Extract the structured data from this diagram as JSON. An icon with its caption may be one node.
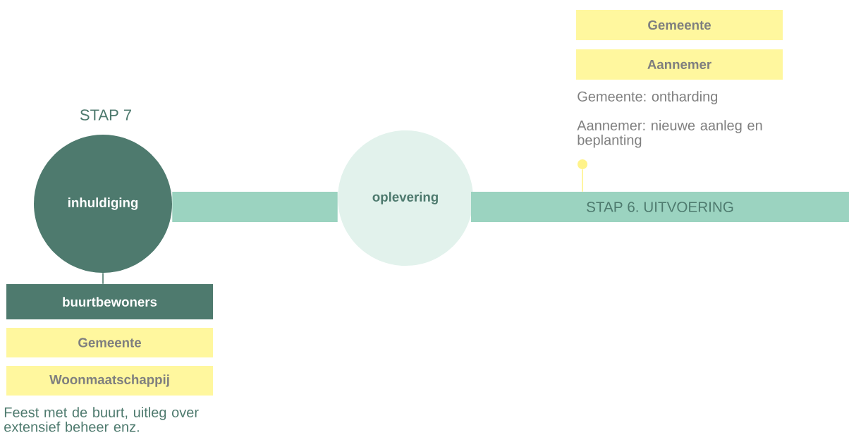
{
  "diagram": {
    "nodes": [
      {
        "text": [
          "inhuldiging"
        ],
        "beside": [
          "STAP 7"
        ]
      },
      {
        "text": [
          "oplevering"
        ]
      },
      {
        "text": [
          "STAP 6. UITVOERING"
        ]
      },
      {
        "text": [
          "buurtbewoners"
        ]
      },
      {
        "text": [
          "Gemeente"
        ]
      },
      {
        "text": [
          "Woonmaatschappij"
        ]
      },
      {
        "text": [
          "Gemeente"
        ]
      },
      {
        "text": [
          "Aannemer"
        ]
      },
      {
        "text": [],
        "shape": "circle"
      }
    ],
    "edges": [
      {
        "from": 0,
        "to": 1,
        "arrow": "none",
        "style": "thick",
        "color": "#9bd3c0"
      },
      {
        "from": 0,
        "to": 3,
        "arrow": "none"
      },
      {
        "from": 8,
        "to": 2,
        "arrow": "none",
        "color": "#fff38a"
      }
    ],
    "labels": [
      "Feest met de buurt, uitleg over extensief beheer enz.",
      "Gemeente: ontharding",
      "Aannemer: nieuwe aanleg en beplanting"
    ]
  }
}
